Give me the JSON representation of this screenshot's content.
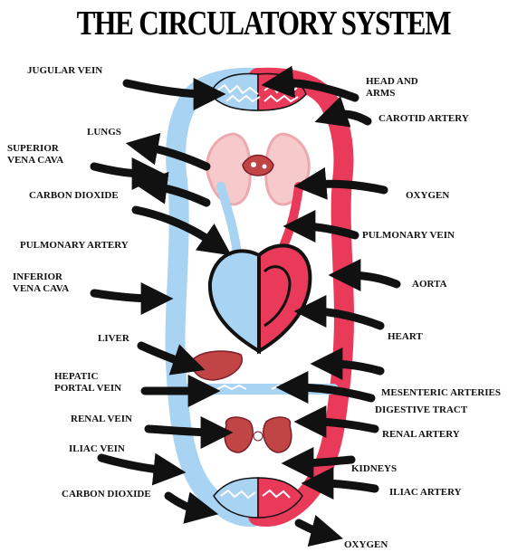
{
  "title": "THE CIRCULATORY SYSTEM",
  "colors": {
    "vein": "#a9d3f2",
    "artery": "#ea3a5a",
    "lung": "#f6c9cb",
    "organ": "#c24545",
    "outline": "#111111"
  },
  "labels": {
    "jugular_vein": "JUGULAR VEIN",
    "head_and_arms_1": "HEAD AND",
    "head_and_arms_2": "ARMS",
    "carotid_artery": "CAROTID ARTERY",
    "lungs": "LUNGS",
    "superior_vena_cava_1": "SUPERIOR",
    "superior_vena_cava_2": "VENA CAVA",
    "carbon_dioxide_top": "CARBON DIOXIDE",
    "oxygen_top": "OXYGEN",
    "pulmonary_artery": "PULMONARY ARTERY",
    "pulmonary_vein": "PULMONARY VEIN",
    "inferior_vena_cava_1": "INFERIOR",
    "inferior_vena_cava_2": "VENA CAVA",
    "aorta": "AORTA",
    "liver": "LIVER",
    "heart": "HEART",
    "hepatic_portal_vein_1": "HEPATIC",
    "hepatic_portal_vein_2": "PORTAL VEIN",
    "mesenteric_arteries": "MESENTERIC ARTERIES",
    "digestive_tract": "DIGESTIVE TRACT",
    "renal_vein": "RENAL VEIN",
    "renal_artery": "RENAL ARTERY",
    "iliac_vein": "ILIAC VEIN",
    "kidneys": "KIDNEYS",
    "carbon_dioxide_bottom": "CARBON DIOXIDE",
    "iliac_artery": "ILIAC ARTERY",
    "oxygen_bottom": "OXYGEN"
  }
}
